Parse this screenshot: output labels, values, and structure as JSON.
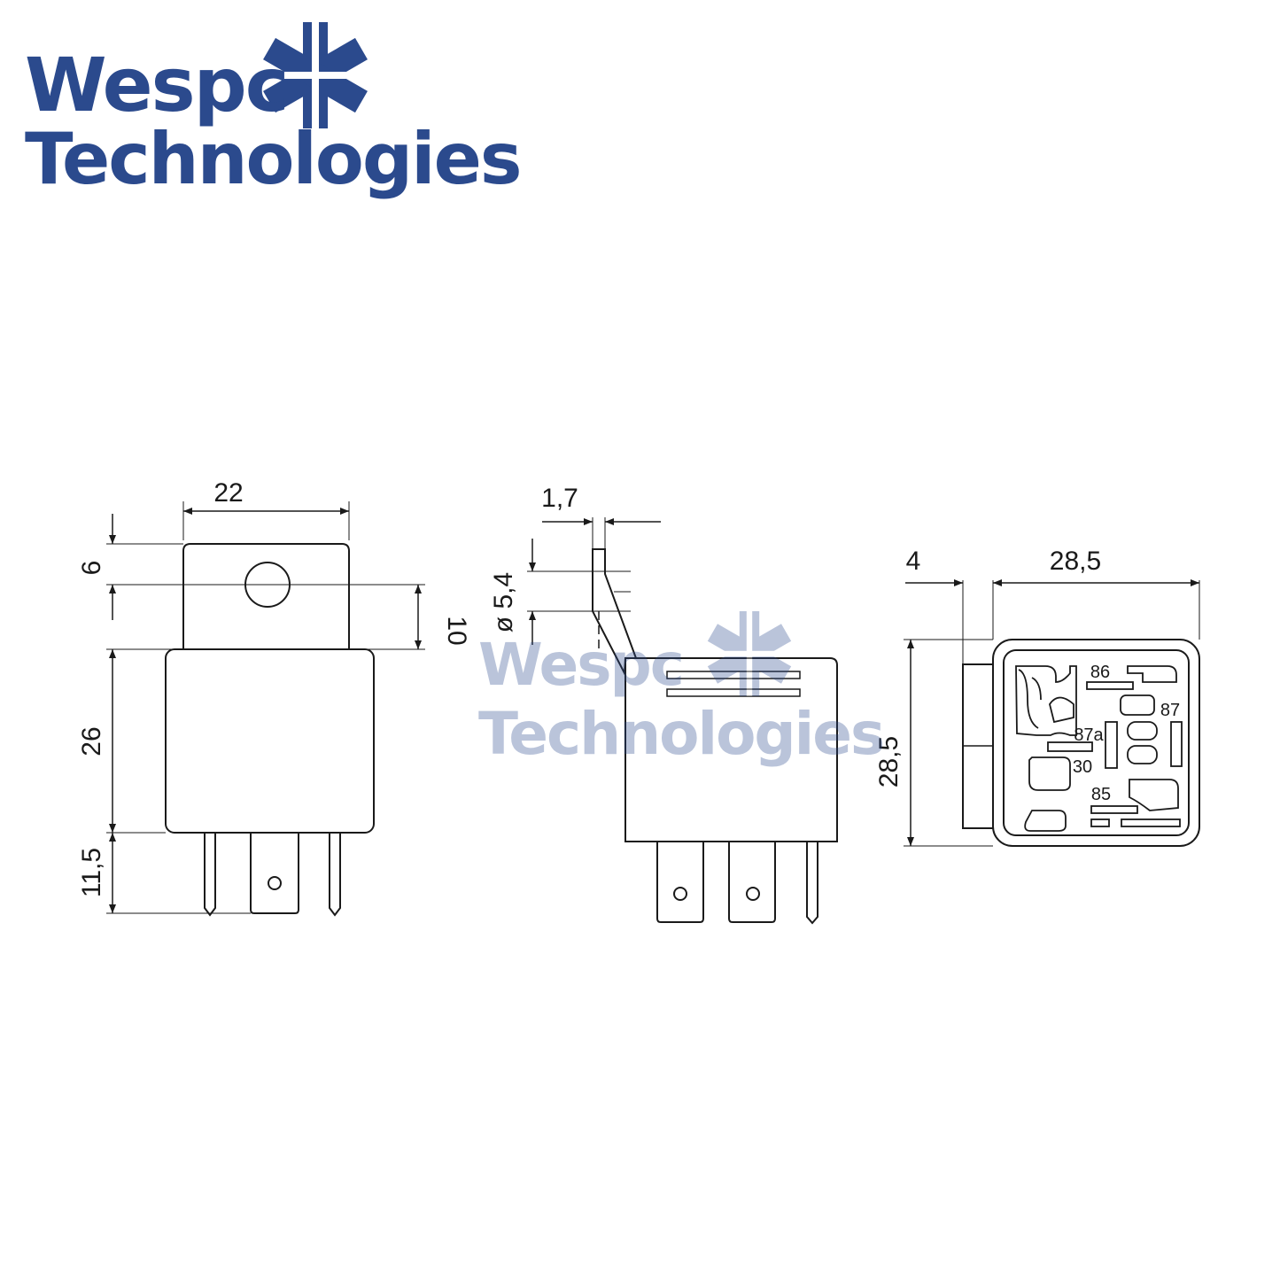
{
  "logo": {
    "line1": "Wespc",
    "line2": "Technologies",
    "color": "#2b4a8d",
    "mark": "asterisk-cross-mark"
  },
  "watermark": {
    "line1": "Wespc",
    "line2": "Technologies"
  },
  "front_view": {
    "width": "22",
    "flange_height": "6",
    "hole_offset": "10",
    "body_height": "26",
    "pin_length": "11,5"
  },
  "side_view": {
    "bracket_thickness": "1,7",
    "hole_diameter": "ø 5,4"
  },
  "bottom_view": {
    "flange": "4",
    "width": "28,5",
    "height": "28,5",
    "terminals": {
      "t86": "86",
      "t87": "87",
      "t87a": "87a",
      "t30": "30",
      "t85": "85"
    }
  }
}
